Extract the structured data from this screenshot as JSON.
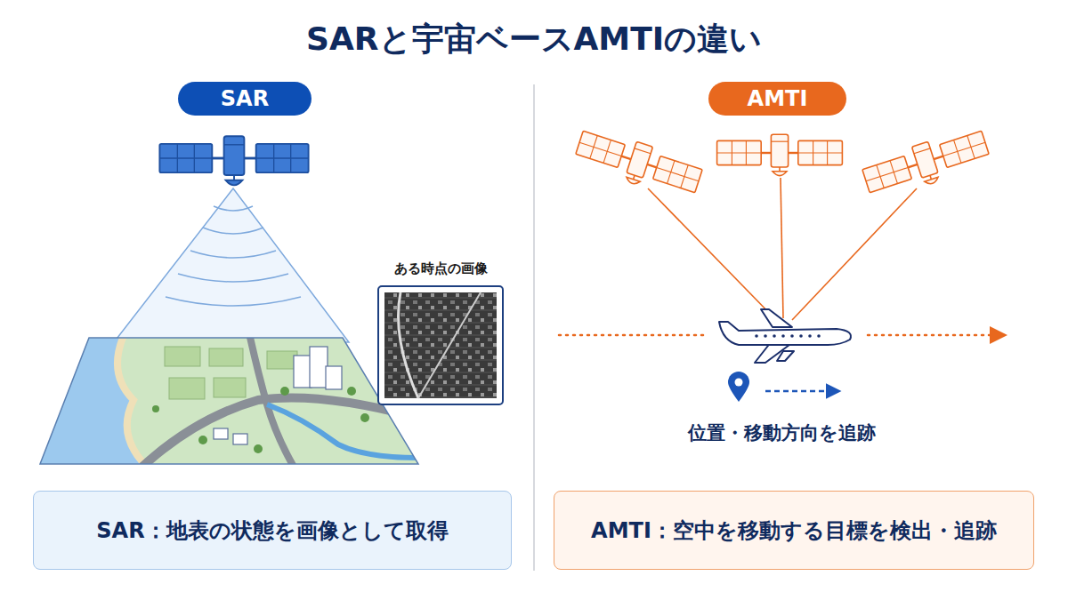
{
  "diagram": {
    "title": "SARと宇宙ベースAMTIの違い",
    "nodes": [
      {
        "text": [
          "SAR"
        ]
      },
      {
        "text": [
          "AMTI"
        ]
      },
      {
        "text": [
          "SAR：地表の状態を画像として取得"
        ]
      },
      {
        "text": [
          "AMTI：空中を移動する目標を検出・追跡"
        ]
      }
    ],
    "labels": [
      "ある時点の画像",
      "位置・移動方向を追跡"
    ]
  }
}
